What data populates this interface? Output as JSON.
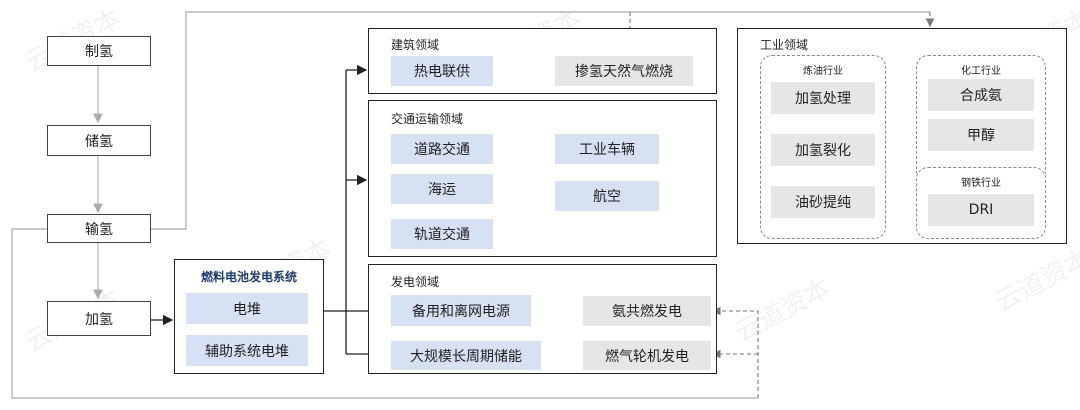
{
  "chain": {
    "produce": "制氢",
    "store": "储氢",
    "transport": "输氢",
    "refuel": "加氢"
  },
  "fuel_cell": {
    "title": "燃料电池发电系统",
    "stack": "电堆",
    "aux": "辅助系统电堆"
  },
  "building": {
    "title": "建筑领域",
    "chp": "热电联供",
    "blend": "掺氢天然气燃烧"
  },
  "transport_sector": {
    "title": "交通运输领域",
    "road": "道路交通",
    "industrial_vehicle": "工业车辆",
    "shipping": "海运",
    "aviation": "航空",
    "rail": "轨道交通"
  },
  "power": {
    "title": "发电领域",
    "backup": "备用和离网电源",
    "ammonia": "氨共燃发电",
    "storage": "大规模长周期储能",
    "turbine": "燃气轮机发电"
  },
  "industry": {
    "title": "工业领域",
    "refining": {
      "title": "炼油行业",
      "items": [
        "加氢处理",
        "加氢裂化",
        "油砂提纯"
      ]
    },
    "chemical": {
      "title": "化工行业",
      "items": [
        "合成氨",
        "甲醇"
      ]
    },
    "steel": {
      "title": "钢铁行业",
      "items": [
        "DRI"
      ]
    }
  },
  "watermark": "云道资本"
}
